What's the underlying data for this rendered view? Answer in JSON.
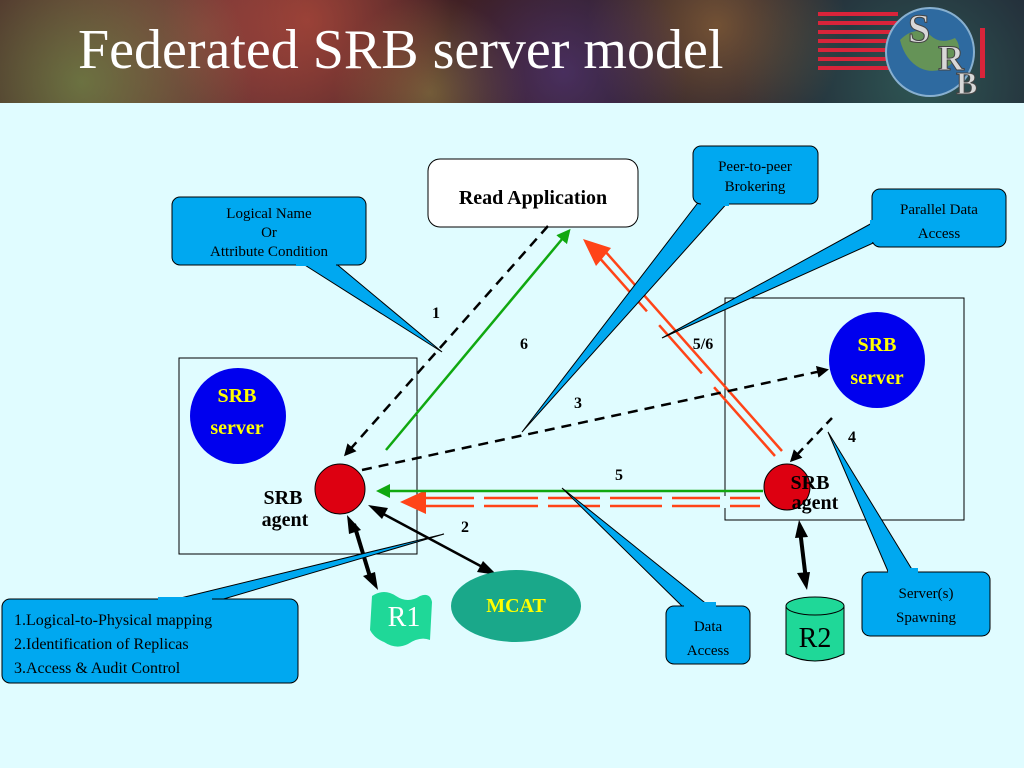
{
  "title": "Federated SRB server model",
  "logo": {
    "letters": [
      "S",
      "R",
      "B"
    ]
  },
  "nodes": {
    "read_application": "Read Application",
    "srb_server_left": [
      "SRB",
      "server"
    ],
    "srb_server_right": [
      "SRB",
      "server"
    ],
    "srb_agent_left": [
      "SRB",
      "agent"
    ],
    "srb_agent_right": [
      "SRB",
      "agent"
    ],
    "mcat": "MCAT",
    "r1": "R1",
    "r2": "R2"
  },
  "step_labels": {
    "s1": "1",
    "s2": "2",
    "s3": "3",
    "s4": "4",
    "s5": "5",
    "s56": "5/6",
    "s6": "6"
  },
  "callouts": {
    "logical_name": [
      "Logical Name",
      "Or",
      "Attribute Condition"
    ],
    "peer_to_peer": [
      "Peer-to-peer",
      "Brokering"
    ],
    "parallel_data": [
      "Parallel Data",
      "Access"
    ],
    "mcat_functions": [
      "1.Logical-to-Physical mapping",
      "2.Identification of Replicas",
      "3.Access & Audit Control"
    ],
    "data_access": [
      "Data",
      "Access"
    ],
    "server_spawning": [
      "Server(s)",
      "Spawning"
    ]
  },
  "colors": {
    "background": "#e0fcff",
    "callout_fill": "#00a8f0",
    "server_fill": "#0000ee",
    "agent_fill": "#dd0011",
    "mcat_fill": "#1aa88a",
    "r2_fill": "#1fd898",
    "flow_green": "#10a810",
    "parallel_red": "#ff4418",
    "server_text": "#ffff00"
  }
}
